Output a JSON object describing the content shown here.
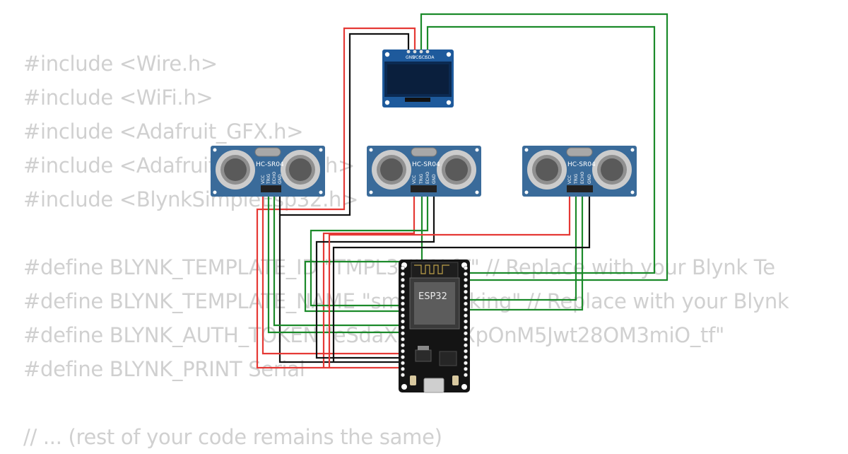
{
  "code": {
    "lines": [
      "#include <Wire.h>",
      "#include <WiFi.h>",
      "#include <Adafruit_GFX.h>",
      "#include <Adafruit_SSD1306.h>",
      "#include <BlynkSimpleEsp32.h>",
      "",
      "#define BLYNK_TEMPLATE_ID \"TMPL3UK1LfT\" // Replace with your Blynk Te",
      "#define BLYNK_TEMPLATE_NAME \"smart parking\" // Replace with your Blynk",
      "#define BLYNK_AUTH_TOKEN \"eSdaXXXA_eXpOnM5Jwt28OM3miO_tf\"",
      "#define BLYNK_PRINT Serial",
      "",
      "// ... (rest of your code remains the same)"
    ]
  },
  "oled": {
    "pins": [
      "GND",
      "VCC",
      "SCL",
      "SDA"
    ]
  },
  "sensors": [
    {
      "label": "HC-SR04",
      "pins": [
        "VCC",
        "TRIG",
        "ECHO",
        "GND"
      ]
    },
    {
      "label": "HC-SR04",
      "pins": [
        "VCC",
        "TRIG",
        "ECHO",
        "GND"
      ]
    },
    {
      "label": "HC-SR04",
      "pins": [
        "VCC",
        "TRIG",
        "ECHO",
        "GND"
      ]
    }
  ],
  "esp32": {
    "label": "ESP32"
  },
  "colors": {
    "code_text": "#d0d0d0",
    "wire_red": "#e53935",
    "wire_black": "#111111",
    "wire_green": "#1b8a2a",
    "sensor_board": "#3a6b9a",
    "oled_board": "#1e5a9c",
    "esp_board": "#141414"
  }
}
